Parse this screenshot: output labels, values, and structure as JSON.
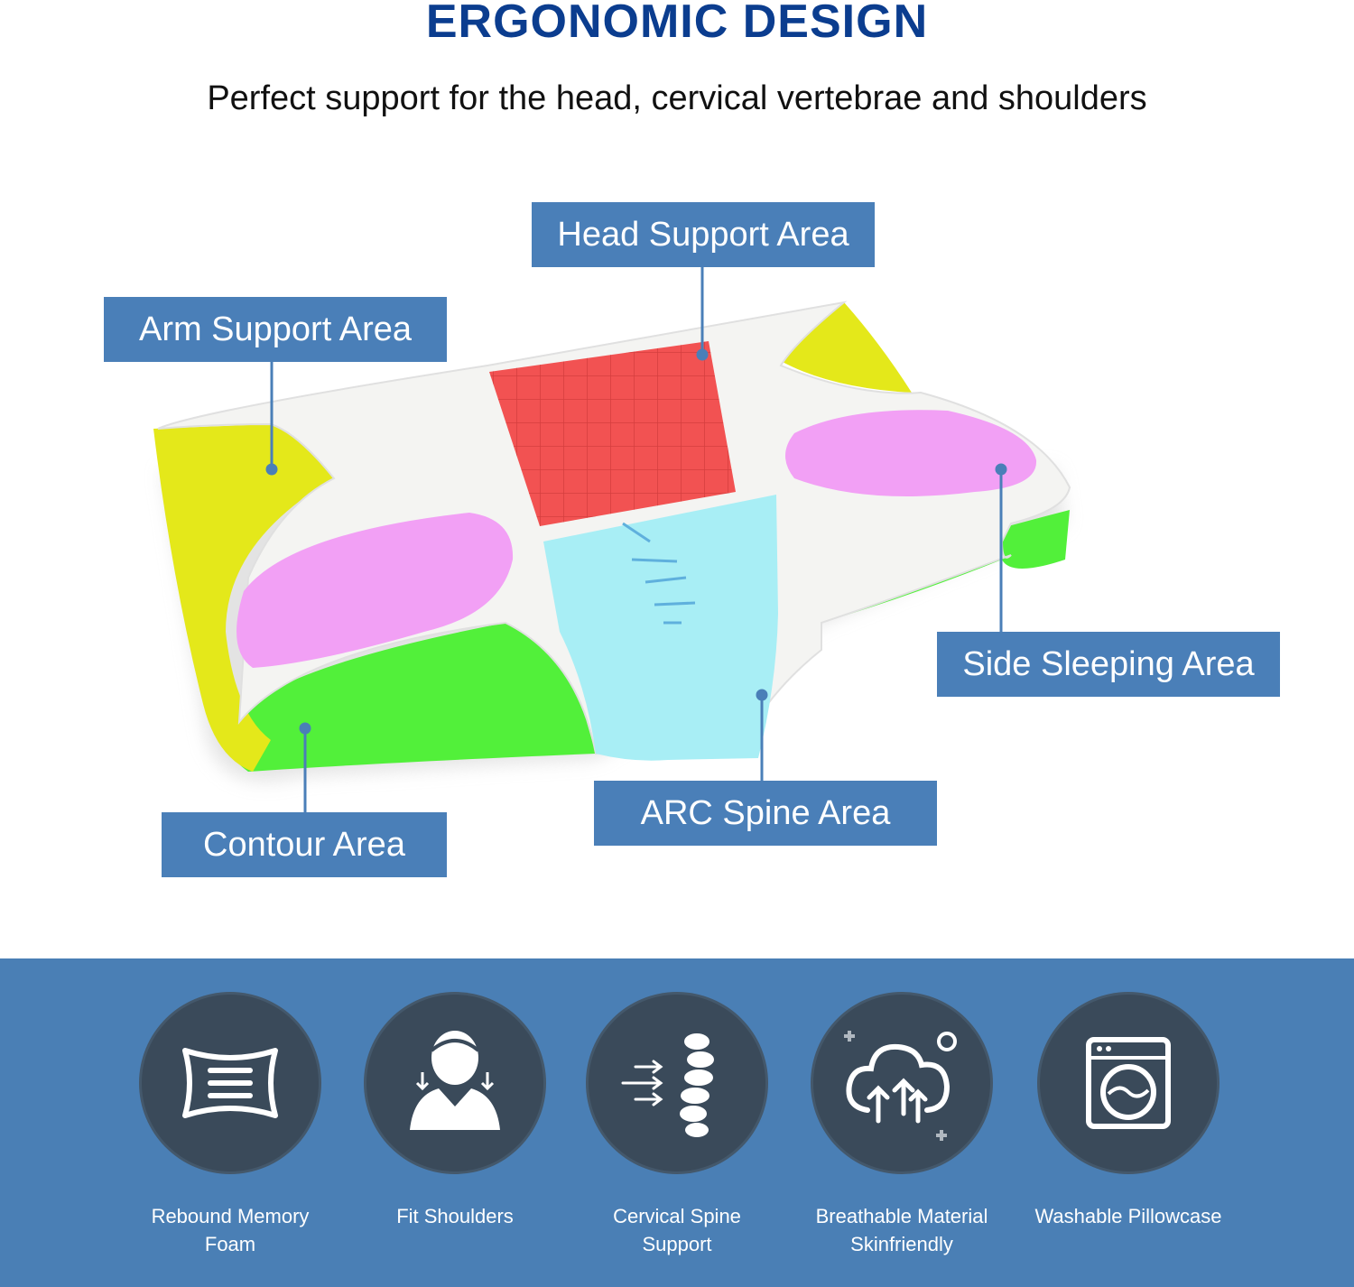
{
  "header": {
    "title": "ERGONOMIC DESIGN",
    "subtitle": "Perfect support for the head, cervical vertebrae and shoulders"
  },
  "areas": {
    "head": "Head Support Area",
    "arm": "Arm Support Area",
    "side": "Side Sleeping Area",
    "arc": "ARC Spine Area",
    "contour": "Contour Area"
  },
  "colors": {
    "title": "#0b3d8f",
    "label_bg": "#4a7fb8",
    "band_bg": "#4a7fb5",
    "circle_bg": "#3a4a5a",
    "head_zone": "#f25252",
    "arc_zone": "#a8eef5",
    "side_zone": "#f2a0f5",
    "arm_zone": "#e4e81a",
    "contour_zone": "#52f03a"
  },
  "features": [
    {
      "icon": "pillow-icon",
      "line1": "Rebound Memory",
      "line2": "Foam"
    },
    {
      "icon": "person-shoulders-icon",
      "line1": "Fit Shoulders",
      "line2": ""
    },
    {
      "icon": "spine-icon",
      "line1": "Cervical Spine",
      "line2": "Support"
    },
    {
      "icon": "breathable-cloud-icon",
      "line1": "Breathable Material",
      "line2": "Skinfriendly"
    },
    {
      "icon": "washing-machine-icon",
      "line1": "Washable Pillowcase",
      "line2": ""
    }
  ]
}
